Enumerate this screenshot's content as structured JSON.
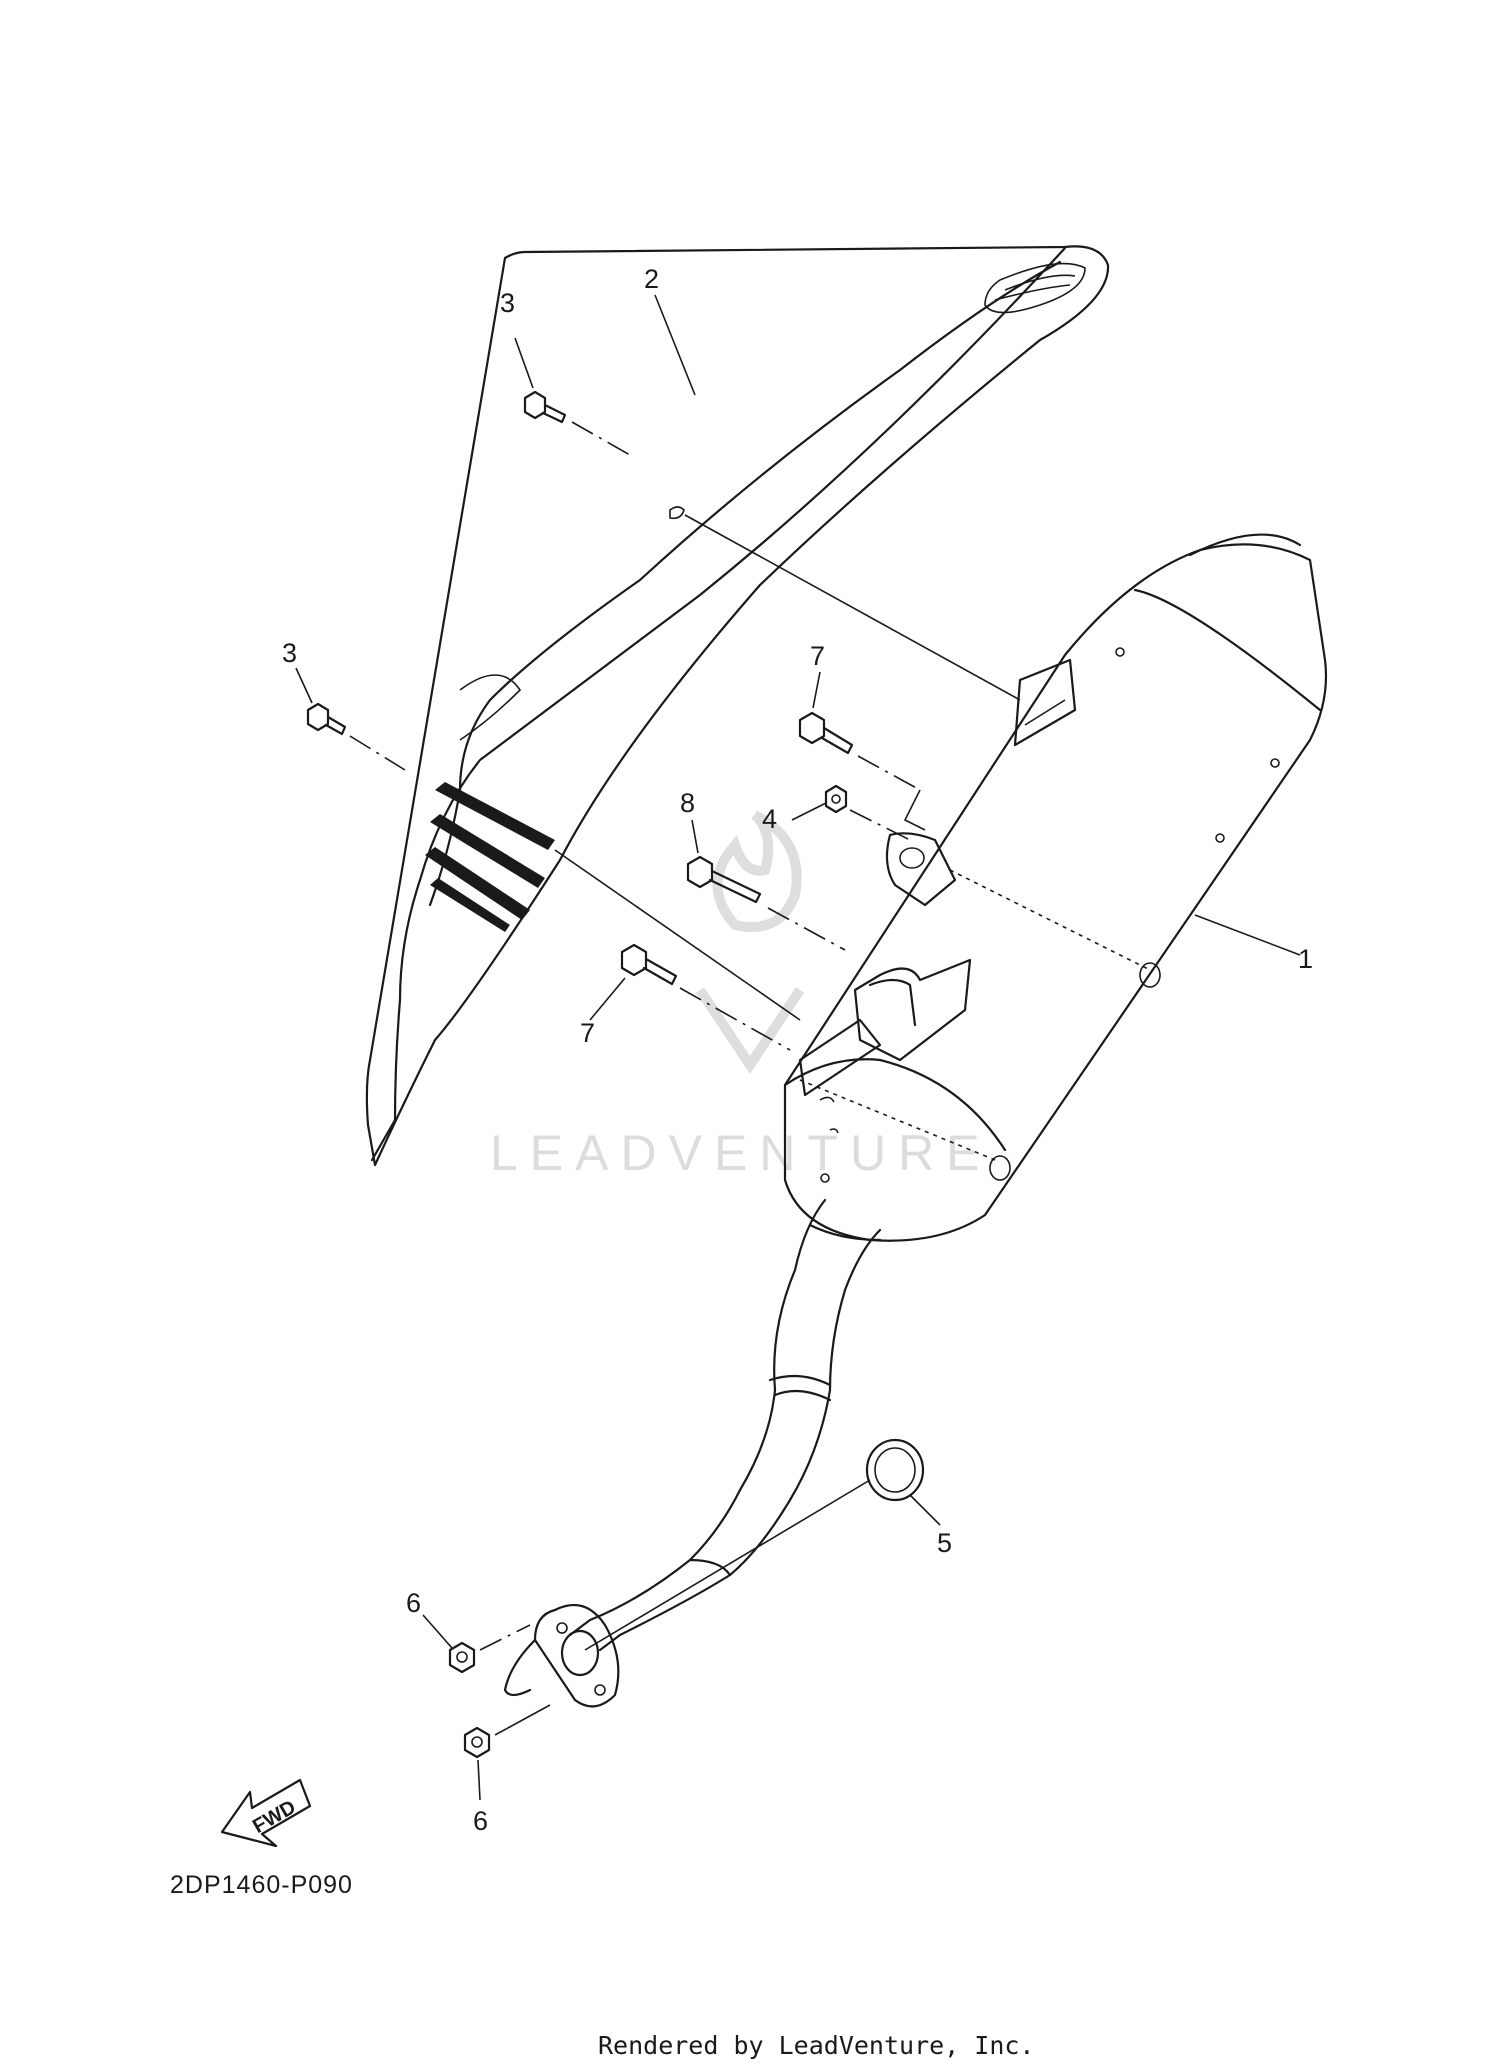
{
  "callouts": [
    {
      "id": "1",
      "label": "1"
    },
    {
      "id": "2",
      "label": "2"
    },
    {
      "id": "3a",
      "label": "3"
    },
    {
      "id": "3b",
      "label": "3"
    },
    {
      "id": "4",
      "label": "4"
    },
    {
      "id": "5",
      "label": "5"
    },
    {
      "id": "6a",
      "label": "6"
    },
    {
      "id": "6b",
      "label": "6"
    },
    {
      "id": "7a",
      "label": "7"
    },
    {
      "id": "7b",
      "label": "7"
    },
    {
      "id": "8",
      "label": "8"
    }
  ],
  "fwd_label": "FWD",
  "diagram_code": "2DP1460-P090",
  "watermark": "LEADVENTURE",
  "footer": "Rendered by LeadVenture, Inc."
}
